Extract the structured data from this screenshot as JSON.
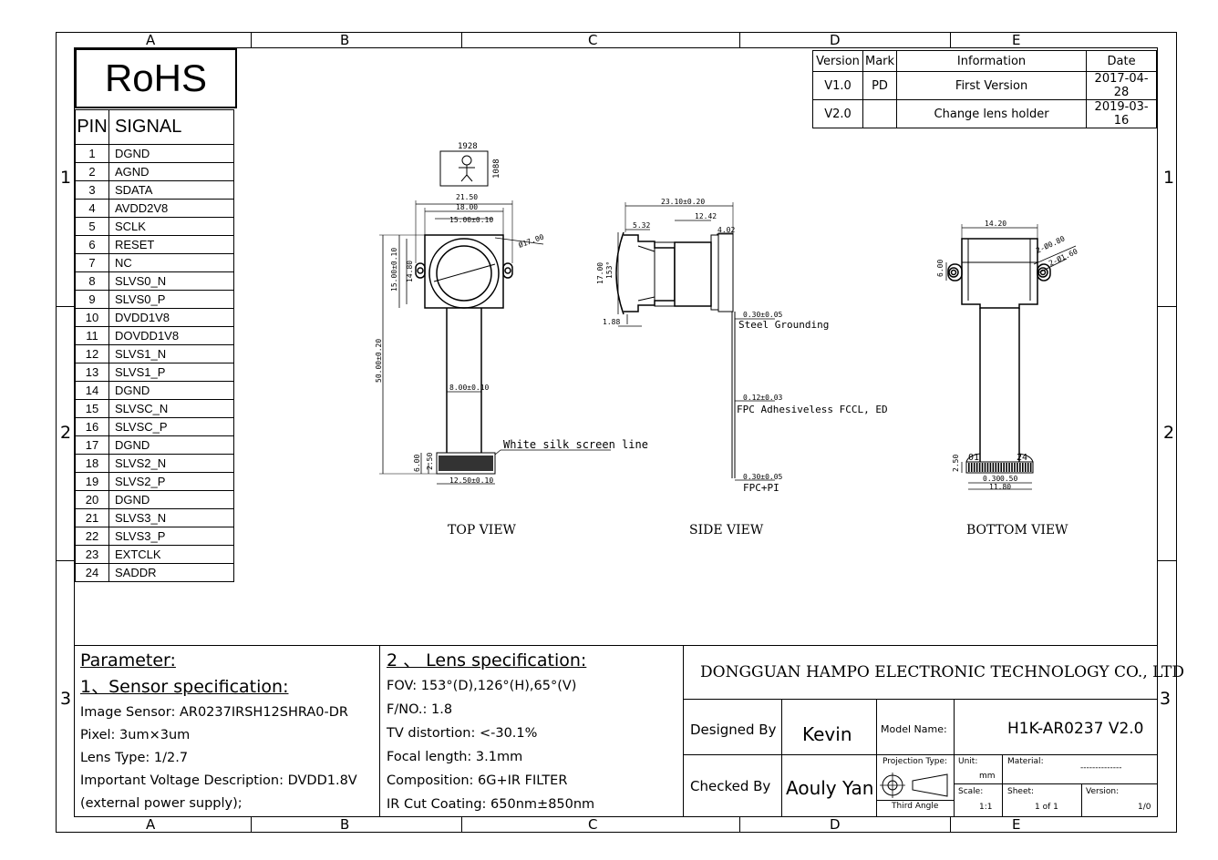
{
  "grid": {
    "columns": [
      "A",
      "B",
      "C",
      "D",
      "E"
    ],
    "rows": [
      "1",
      "2",
      "3"
    ]
  },
  "rohs": "RoHS",
  "pin_table": {
    "header": {
      "pin": "PIN",
      "signal": "SIGNAL"
    },
    "rows": [
      {
        "pin": "1",
        "signal": "DGND"
      },
      {
        "pin": "2",
        "signal": "AGND"
      },
      {
        "pin": "3",
        "signal": "SDATA"
      },
      {
        "pin": "4",
        "signal": "AVDD2V8"
      },
      {
        "pin": "5",
        "signal": "SCLK"
      },
      {
        "pin": "6",
        "signal": "RESET"
      },
      {
        "pin": "7",
        "signal": "NC"
      },
      {
        "pin": "8",
        "signal": "SLVS0_N"
      },
      {
        "pin": "9",
        "signal": "SLVS0_P"
      },
      {
        "pin": "10",
        "signal": "DVDD1V8"
      },
      {
        "pin": "11",
        "signal": "DOVDD1V8"
      },
      {
        "pin": "12",
        "signal": "SLVS1_N"
      },
      {
        "pin": "13",
        "signal": "SLVS1_P"
      },
      {
        "pin": "14",
        "signal": "DGND"
      },
      {
        "pin": "15",
        "signal": "SLVSC_N"
      },
      {
        "pin": "16",
        "signal": "SLVSC_P"
      },
      {
        "pin": "17",
        "signal": "DGND"
      },
      {
        "pin": "18",
        "signal": "SLVS2_N"
      },
      {
        "pin": "19",
        "signal": "SLVS2_P"
      },
      {
        "pin": "20",
        "signal": "DGND"
      },
      {
        "pin": "21",
        "signal": "SLVS3_N"
      },
      {
        "pin": "22",
        "signal": "SLVS3_P"
      },
      {
        "pin": "23",
        "signal": "EXTCLK"
      },
      {
        "pin": "24",
        "signal": "SADDR"
      }
    ]
  },
  "revision_table": {
    "headers": [
      "Version",
      "Mark",
      "Information",
      "Date"
    ],
    "rows": [
      [
        "V1.0",
        "PD",
        "First Version",
        "2017-04-28"
      ],
      [
        "V2.0",
        "",
        "Change lens holder",
        "2019-03-16"
      ]
    ]
  },
  "drawing": {
    "sensor_res_w": "1928",
    "sensor_res_h": "1088",
    "top_dims": {
      "width_total": "21.50",
      "width_holder": "18.00",
      "width_lens": "15.00±0.10",
      "lens_dia": "Ø17.00",
      "height_holder": "15.00±0.10",
      "height_inner": "14.80",
      "fpc_length": "50.00±0.20",
      "fpc_width": "8.00±0.10",
      "conn_width": "12.50±0.10",
      "conn_h1": "6.00",
      "conn_h2": "2.50"
    },
    "side_dims": {
      "total": "23.10±0.20",
      "d1": "5.32",
      "d2": "12.42",
      "d3": "4.02",
      "h1": "17.00",
      "angle": "153°",
      "d4": "1.88",
      "steel": "0.30±0.05",
      "steel_label": "Steel Grounding",
      "adh": "0.12±0.03",
      "adh_label": "FPC Adhesiveless FCCL, ED",
      "fpc": "0.30±0.05",
      "fpc_label": "FPC+PI"
    },
    "bottom_dims": {
      "width": "14.20",
      "hole1": "2-Ø0.80",
      "hole2": "2-Ø1.60",
      "h": "6.00",
      "pin1": "01",
      "pin24": "24",
      "conn_h": "2.50",
      "pitch1": "0.30",
      "pitch2": "0.50",
      "conn_w": "11.80"
    },
    "silk_label": "White silk screen line",
    "views": {
      "top": "TOP VIEW",
      "side": "SIDE VIEW",
      "bottom": "BOTTOM VIEW"
    }
  },
  "parameter": {
    "title": "Parameter:",
    "sensor_title": "1、Sensor specification:",
    "sensor_lines": [
      "Image Sensor: AR0237IRSH12SHRA0-DR",
      "Pixel: 3um×3um",
      "Lens Type: 1/2.7",
      "Important Voltage Description: DVDD1.8V",
      "(external power supply);"
    ],
    "lens_title": "2 、 Lens specification:",
    "lens_lines": [
      "FOV: 153°(D),126°(H),65°(V)",
      "F/NO.: 1.8",
      "TV distortion: <-30.1%",
      "Focal length: 3.1mm",
      "Composition: 6G+IR FILTER",
      "IR Cut Coating: 650nm±850nm"
    ]
  },
  "title_block": {
    "company": "DONGGUAN HAMPO ELECTRONIC TECHNOLOGY CO., LTD",
    "designed_by_label": "Designed By",
    "designed_by": "Kevin",
    "model_name_label": "Model Name:",
    "model_name": "H1K-AR0237 V2.0",
    "checked_by_label": "Checked By",
    "checked_by": "Aouly Yan",
    "projection_label": "Projection Type:",
    "projection": "Third Angle",
    "unit_label": "Unit:",
    "unit": "mm",
    "material_label": "Material:",
    "material": "--------------",
    "scale_label": "Scale:",
    "scale": "1:1",
    "sheet_label": "Sheet:",
    "sheet": "1 of 1",
    "version_label": "Version:",
    "version": "1/0"
  }
}
